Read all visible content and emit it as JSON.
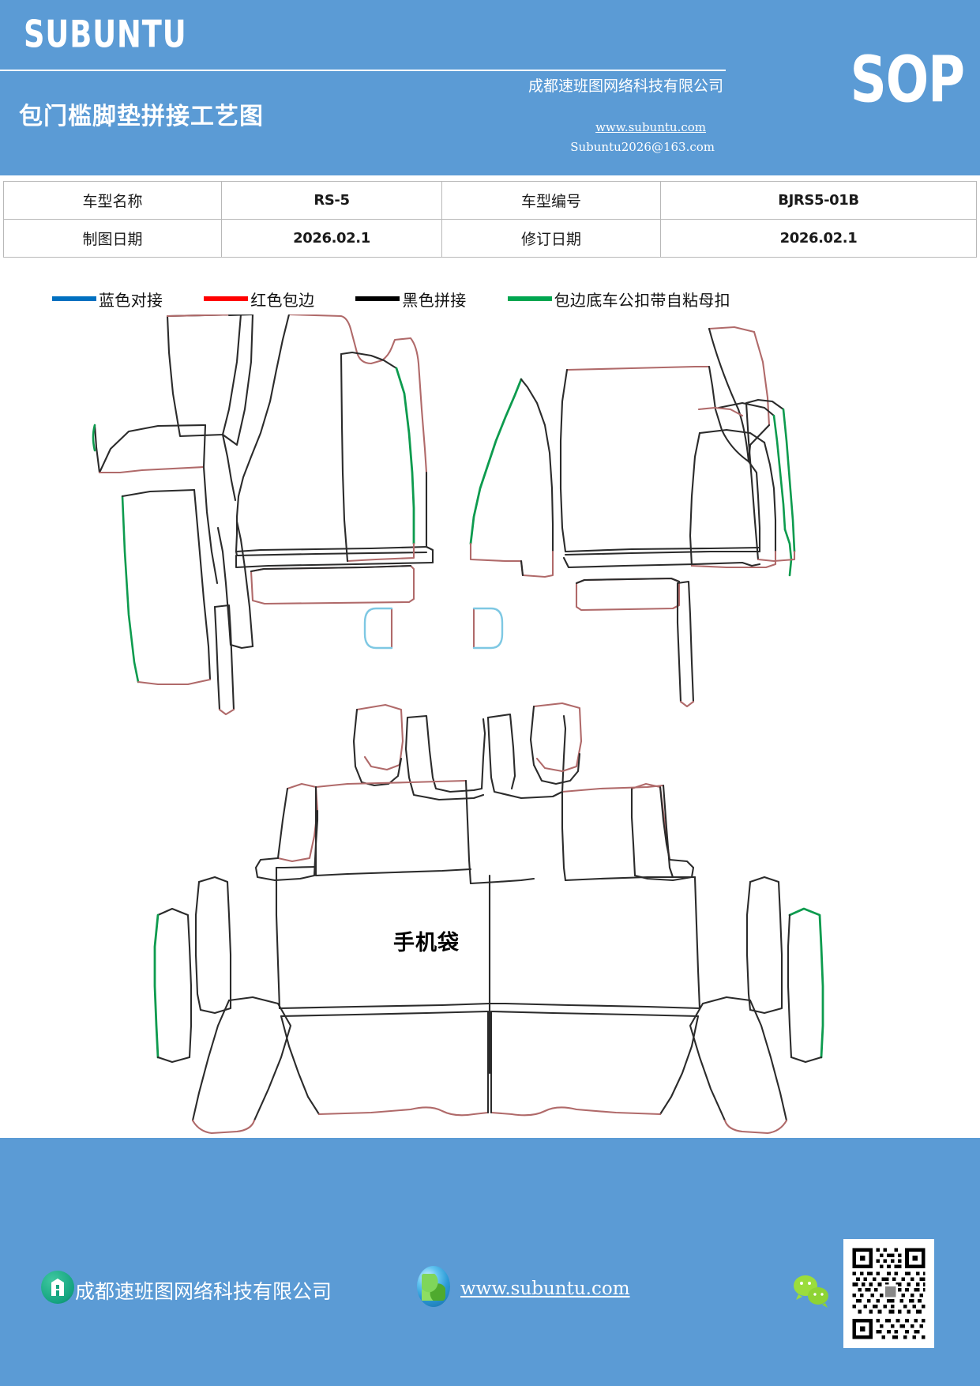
{
  "header": {
    "brand": "SUBUNTU",
    "doc_title": "包门槛脚垫拼接工艺图",
    "badge": "SOP",
    "company": "成都速班图网络科技有限公司",
    "url": "www.subuntu.com",
    "email": "Subuntu2026@163.com",
    "bg_color": "#5b9bd5"
  },
  "info_table": {
    "rows": [
      {
        "label1": "车型名称",
        "value1": "RS-5",
        "label2": "车型编号",
        "value2": "BJRS5-01B"
      },
      {
        "label1": "制图日期",
        "value1": "2026.02.1",
        "label2": "修订日期",
        "value2": "2026.02.1"
      }
    ]
  },
  "legend": {
    "items": [
      {
        "label": "蓝色对接",
        "color": "#0070c0"
      },
      {
        "label": "红色包边",
        "color": "#ff0000"
      },
      {
        "label": "黑色拼接",
        "color": "#000000"
      },
      {
        "label": "包边底车公扣带自粘母扣",
        "color": "#00a650"
      }
    ]
  },
  "drawing": {
    "pocket_label": "手机袋",
    "stroke_colors": {
      "black_seam": "#2b2b2b",
      "red_edge": "#b06a6a",
      "green_hook": "#0d9b4e",
      "blue_butt": "#7ec8e3"
    },
    "description": "汽车包门槛脚垫裁片拼接轮廓图"
  },
  "footer": {
    "company": "成都速班图网络科技有限公司",
    "url": "www.subuntu.com",
    "building_icon": "building-icon",
    "globe_icon": "globe-icon",
    "wechat_icon": "wechat-icon",
    "qr_icon": "qr-code"
  }
}
